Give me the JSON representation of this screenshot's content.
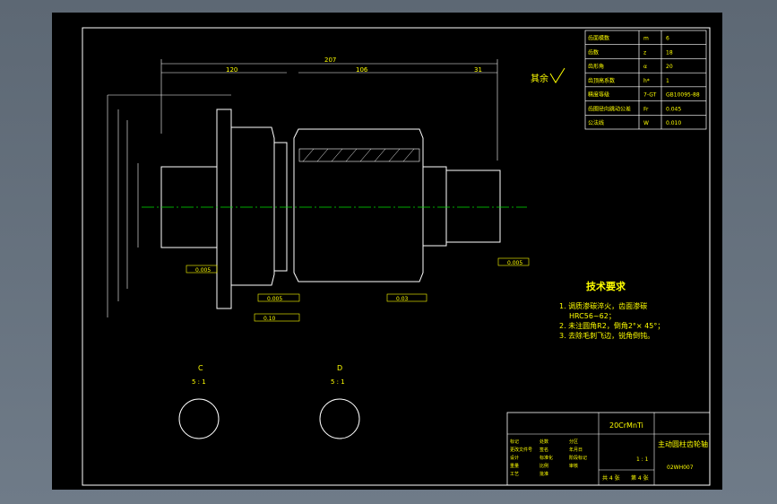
{
  "drawing": {
    "notes_title": "技术要求",
    "notes": [
      "1. 调质渗碳淬火，齿面渗碳",
      "HRC56~62；",
      "2. 未注圆角R2，倒角2°× 45°；",
      "3. 去除毛刺飞边，锐角倒钝。"
    ],
    "rest_mark": "其余",
    "section_c_label": "C",
    "section_c_scale": "5 : 1",
    "section_d_label": "D",
    "section_d_scale": "5 : 1",
    "dims": {
      "overall": "207",
      "left": "120",
      "mid": "106",
      "right": "31"
    },
    "tolerance_frames": [
      "0.005",
      "0.005",
      "0.10",
      "0.03",
      "0.005"
    ]
  },
  "param_table": {
    "rows": [
      {
        "name": "齿面模数",
        "symbol": "m",
        "value": "6"
      },
      {
        "name": "齿数",
        "symbol": "z",
        "value": "18"
      },
      {
        "name": "齿形角",
        "symbol": "α",
        "value": "20"
      },
      {
        "name": "齿顶高系数",
        "symbol": "h*",
        "value": "1"
      },
      {
        "name": "精度等级",
        "symbol": "7-GT",
        "value": "GB10095-88"
      },
      {
        "name": "齿圈径向跳动公差",
        "symbol": "Fr",
        "value": "0.045"
      },
      {
        "name": "公法线",
        "symbol": "W",
        "value": "0.010"
      }
    ]
  },
  "title_block": {
    "material": "20CrMnTi",
    "part_name": "主动圆柱齿轮轴",
    "drawing_no": "02WH007",
    "scale": "1 : 1",
    "sheet": "共 4 张",
    "page": "第 4 张",
    "labels": [
      "标记",
      "处数",
      "分区",
      "更改文件号",
      "签名",
      "年月日",
      "设计",
      "标准化",
      "阶段标记",
      "重量",
      "比例",
      "审核",
      "工艺",
      "批准"
    ]
  }
}
